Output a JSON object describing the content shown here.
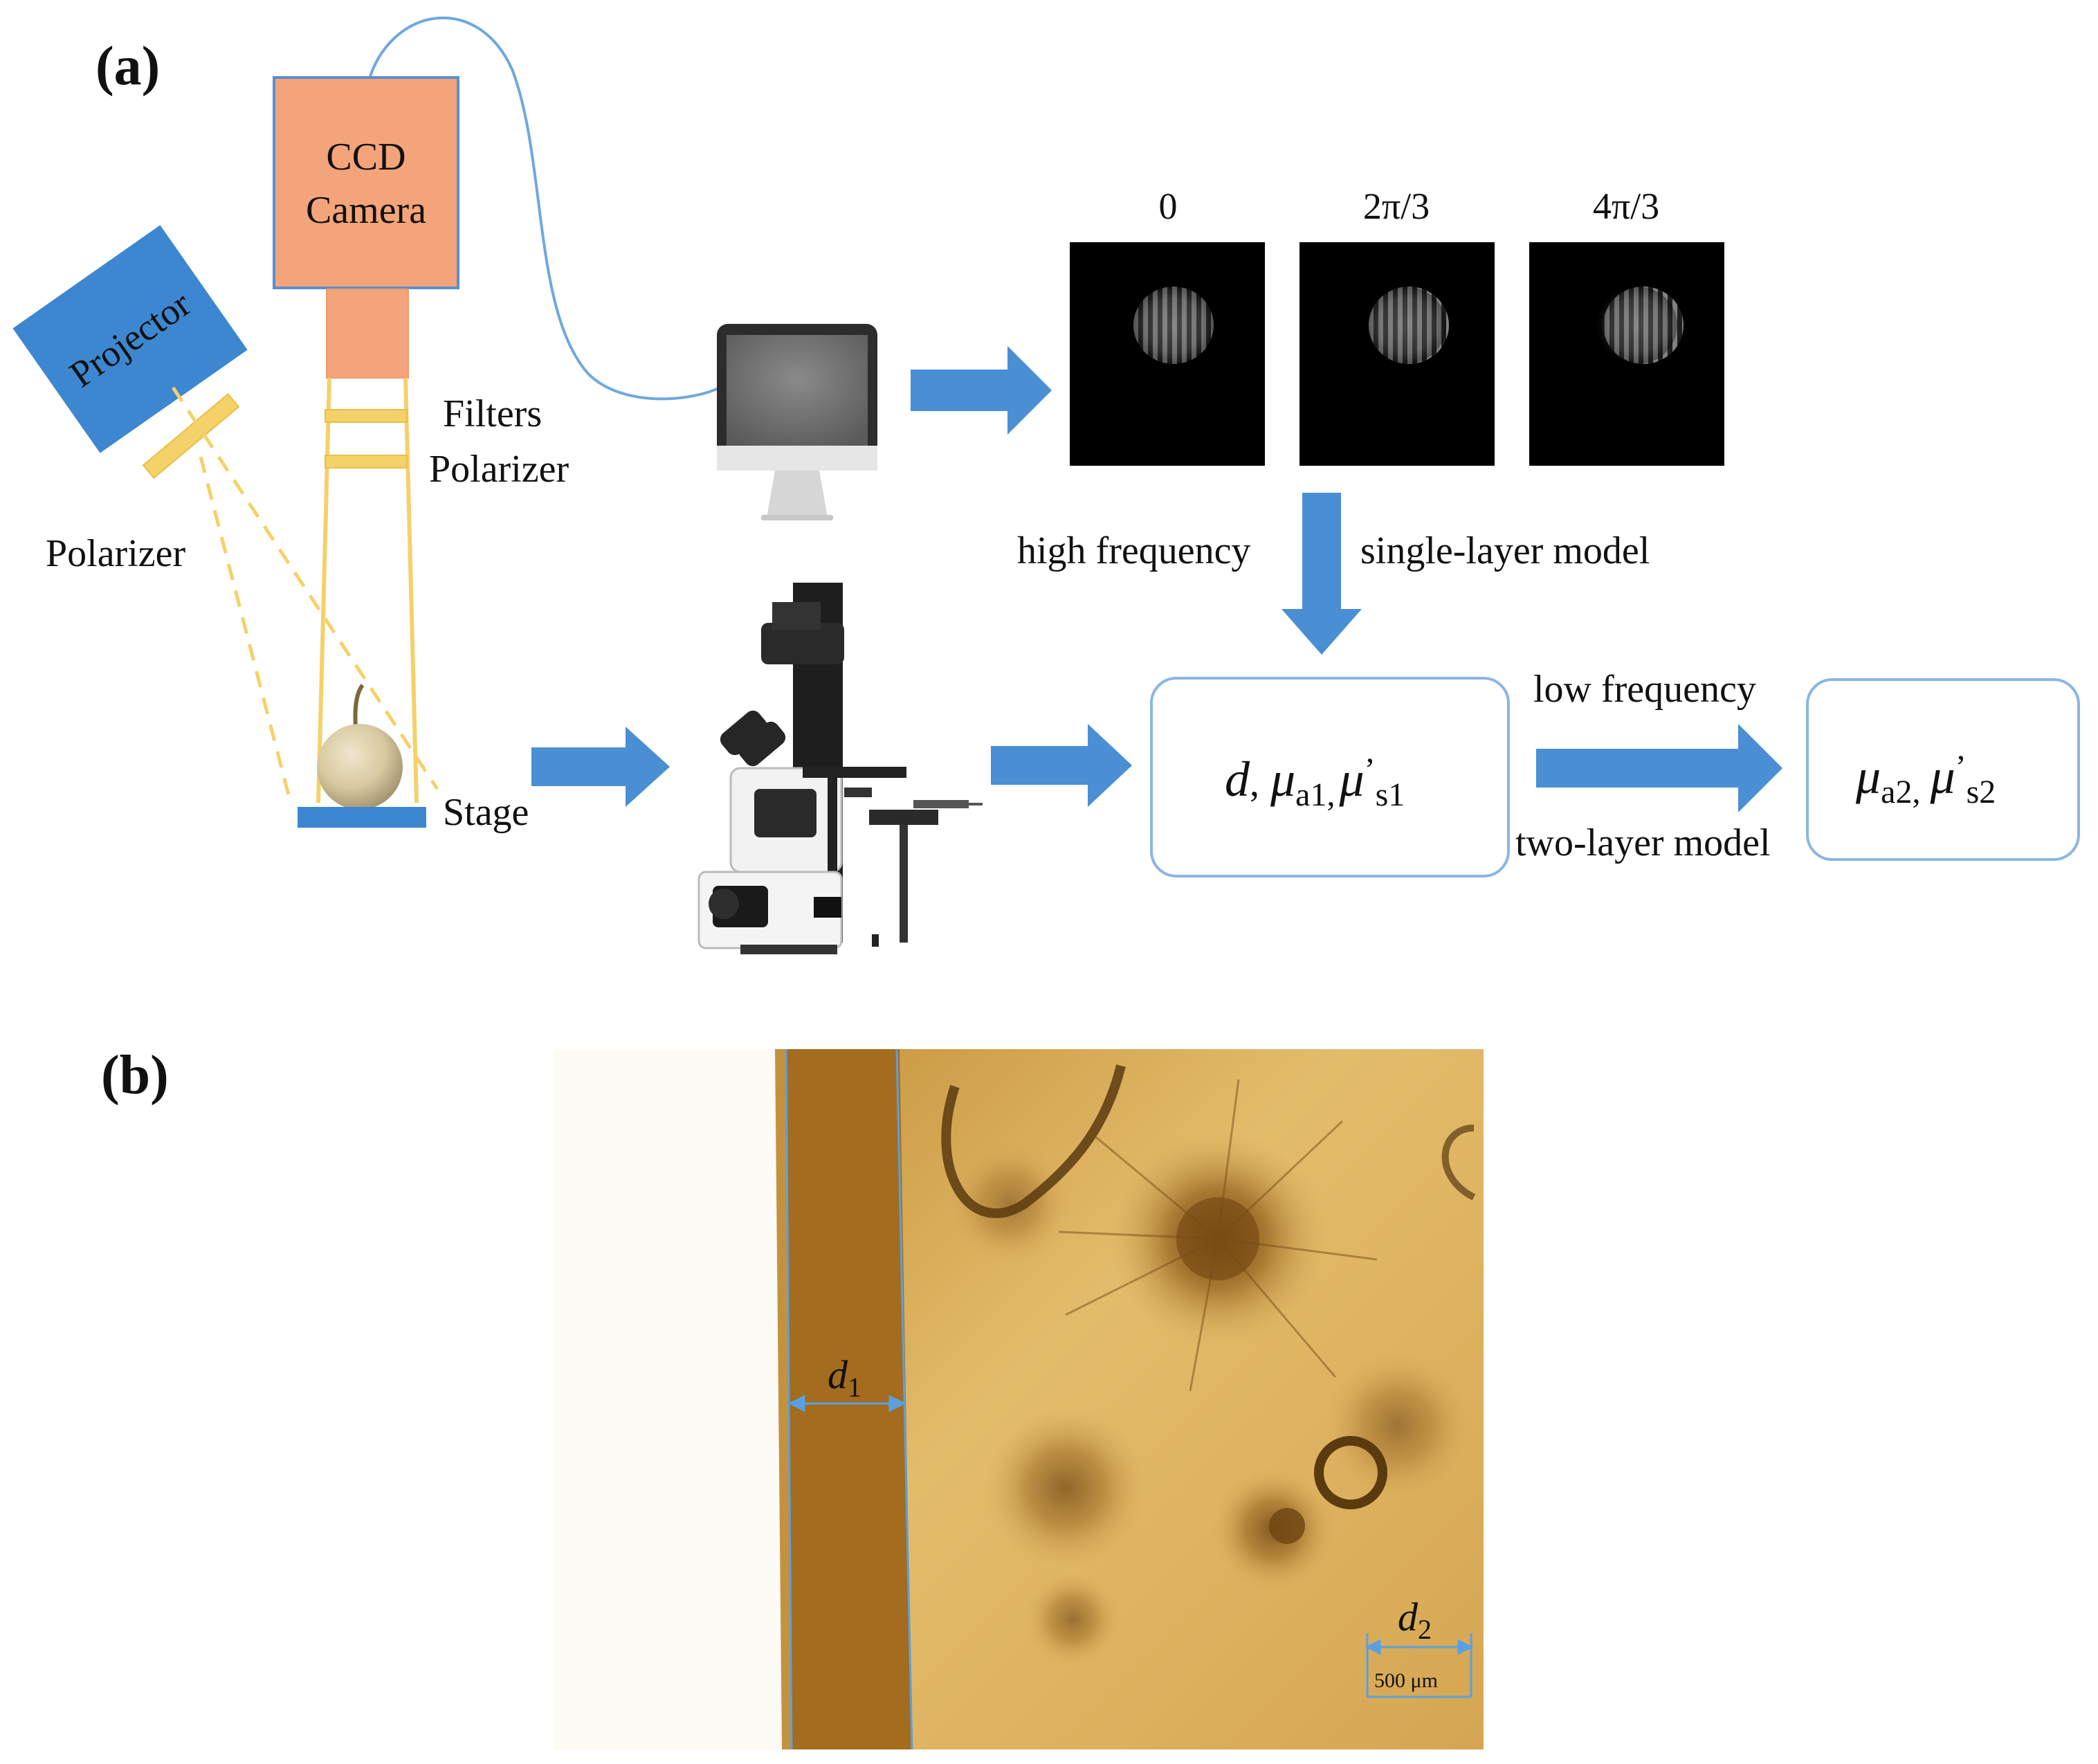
{
  "panels": {
    "a": "(a)",
    "b": "(b)"
  },
  "setup": {
    "camera_line1": "CCD",
    "camera_line2": "Camera",
    "projector": "Projector",
    "filters": "Filters",
    "polarizer_right": "Polarizer",
    "polarizer_left": "Polarizer",
    "stage": "Stage"
  },
  "phases": [
    "0",
    "2π/3",
    "4π/3"
  ],
  "flow": {
    "high_frequency": "high frequency",
    "single_layer_model": "single-layer model",
    "low_frequency": "low frequency",
    "two_layer_model": "two-layer model"
  },
  "box1": {
    "d": "d",
    "comma": ",",
    "mu": "μ",
    "a1": "a1,",
    "prime": "’",
    "s1": "s1"
  },
  "box2": {
    "mu": "μ",
    "a2": "a2,",
    "prime": "’",
    "s2": "s2"
  },
  "micrograph": {
    "d1": "d",
    "d1_sub": "1",
    "d2": "d",
    "d2_sub": "2",
    "scale": "500 μm"
  },
  "colors": {
    "camera": "#f4a47a",
    "projector": "#3d87d0",
    "arrow": "#4a8fd4",
    "filter": "#f5d16a",
    "box_border": "#8ab6e4",
    "micro_dark": "#a0691a",
    "micro_light": "#e8c06a"
  }
}
